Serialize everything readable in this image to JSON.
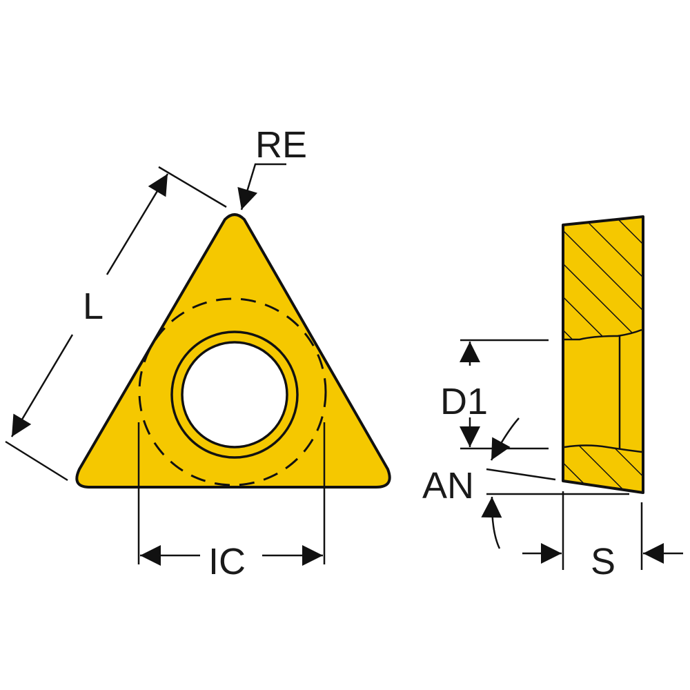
{
  "labels": {
    "re": "RE",
    "l": "L",
    "ic": "IC",
    "d1": "D1",
    "an": "AN",
    "s": "S"
  },
  "colors": {
    "insert_fill": "#F5C800",
    "outline": "#111111",
    "background": "#ffffff"
  }
}
